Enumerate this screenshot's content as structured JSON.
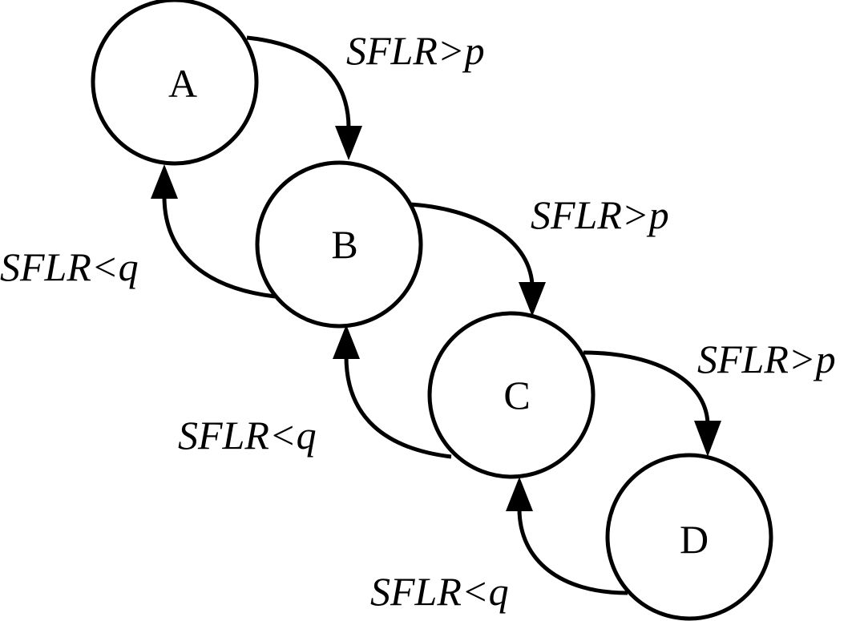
{
  "states": [
    {
      "id": "A",
      "label": "A"
    },
    {
      "id": "B",
      "label": "B"
    },
    {
      "id": "C",
      "label": "C"
    },
    {
      "id": "D",
      "label": "D"
    }
  ],
  "transitions": [
    {
      "from": "A",
      "to": "B",
      "direction": "forward",
      "label": "SFLR>p"
    },
    {
      "from": "B",
      "to": "C",
      "direction": "forward",
      "label": "SFLR>p"
    },
    {
      "from": "C",
      "to": "D",
      "direction": "forward",
      "label": "SFLR>p"
    },
    {
      "from": "B",
      "to": "A",
      "direction": "backward",
      "label": "SFLR<q"
    },
    {
      "from": "C",
      "to": "B",
      "direction": "backward",
      "label": "SFLR<q"
    },
    {
      "from": "D",
      "to": "C",
      "direction": "backward",
      "label": "SFLR<q"
    }
  ]
}
